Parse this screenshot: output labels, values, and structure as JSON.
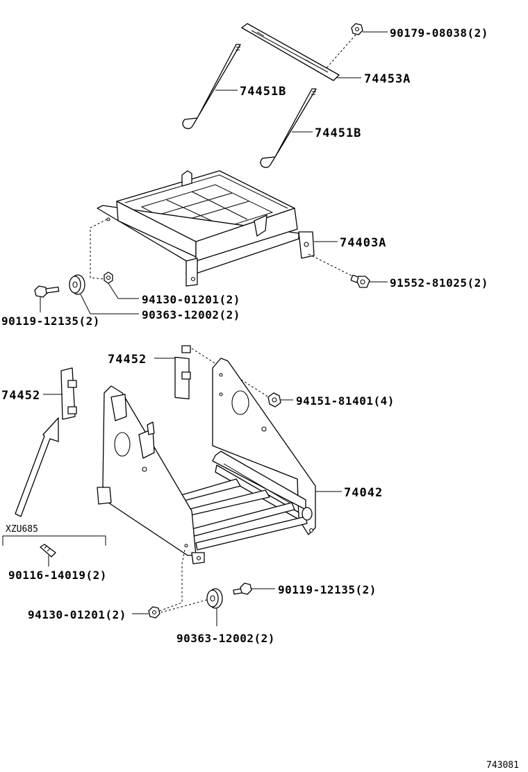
{
  "diagram": {
    "labels": {
      "nut_90179": "90179-08038(2)",
      "bracket_74453A": "74453A",
      "rod_74451B_a": "74451B",
      "rod_74451B_b": "74451B",
      "tray_74403A": "74403A",
      "bolt_91552": "91552-81025(2)",
      "nut_94130_top": "94130-01201(2)",
      "bolt_90119_top": "90119-12135(2)",
      "washer_90363_top": "90363-12002(2)",
      "plate_74452_a": "74452",
      "plate_74452_b": "74452",
      "nut_94151": "94151-81401(4)",
      "carrier_74042": "74042",
      "variant": "XZU685",
      "stud_90116": "90116-14019(2)",
      "bolt_90119_bottom": "90119-12135(2)",
      "nut_94130_bottom": "94130-01201(2)",
      "washer_90363_bottom": "90363-12002(2)",
      "figure_code": "743081"
    }
  }
}
